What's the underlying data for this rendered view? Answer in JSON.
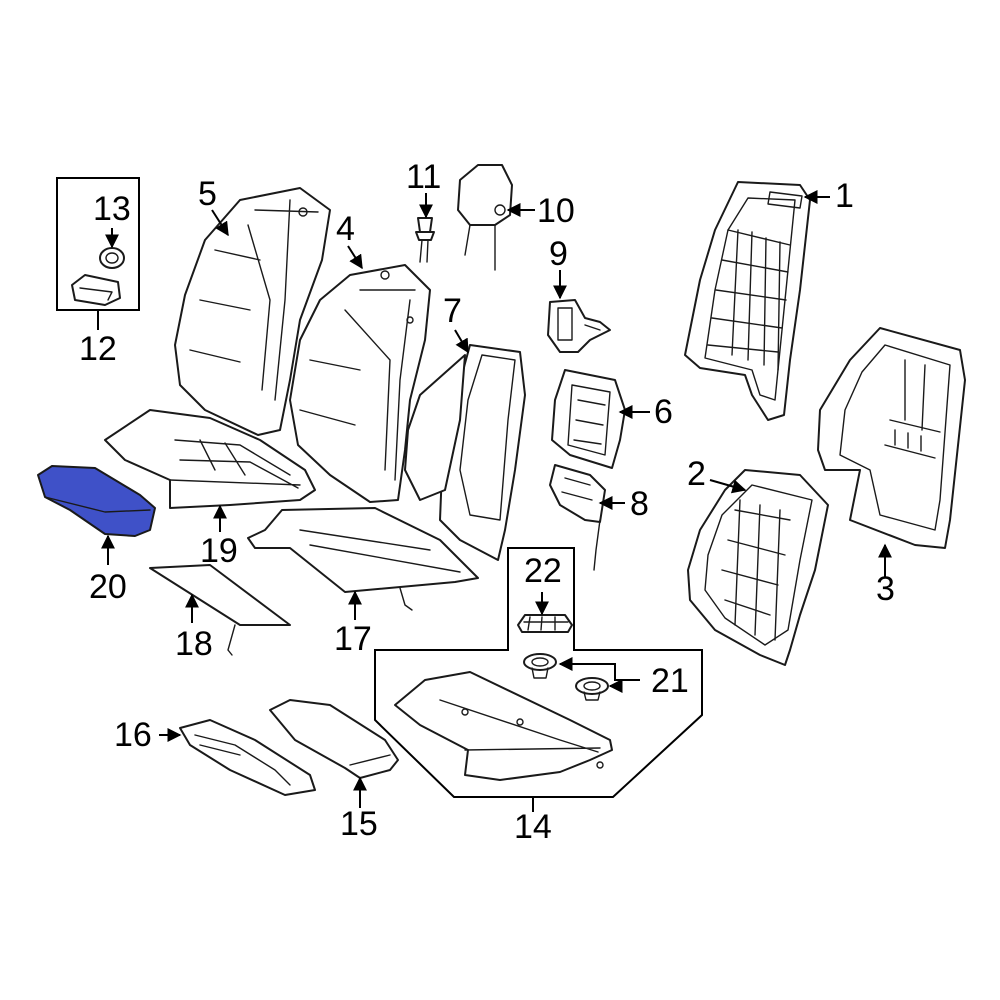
{
  "callouts": {
    "c1": "1",
    "c2": "2",
    "c3": "3",
    "c4": "4",
    "c5": "5",
    "c6": "6",
    "c7": "7",
    "c8": "8",
    "c9": "9",
    "c10": "10",
    "c11": "11",
    "c12": "12",
    "c13": "13",
    "c14": "14",
    "c15": "15",
    "c16": "16",
    "c17": "17",
    "c18": "18",
    "c19": "19",
    "c20": "20",
    "c21": "21",
    "c22": "22"
  },
  "highlighted_part": "20",
  "colors": {
    "highlight": "#3f51c8",
    "line": "#1a1a1a",
    "background": "#ffffff"
  }
}
